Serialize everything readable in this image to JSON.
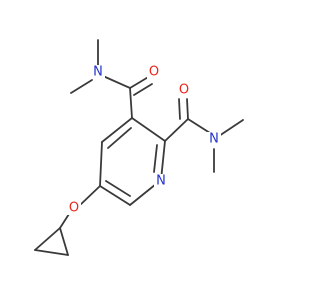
{
  "molecule": {
    "atom_labels": {
      "amide_upper_N": "N",
      "amide_upper_O": "O",
      "amide_right_O": "O",
      "amide_right_N": "N",
      "ring_N": "N",
      "ether_O": "O"
    },
    "colors": {
      "bond": "#3a3a3a",
      "nitrogen": "#2233cc",
      "oxygen": "#e8261f"
    }
  }
}
